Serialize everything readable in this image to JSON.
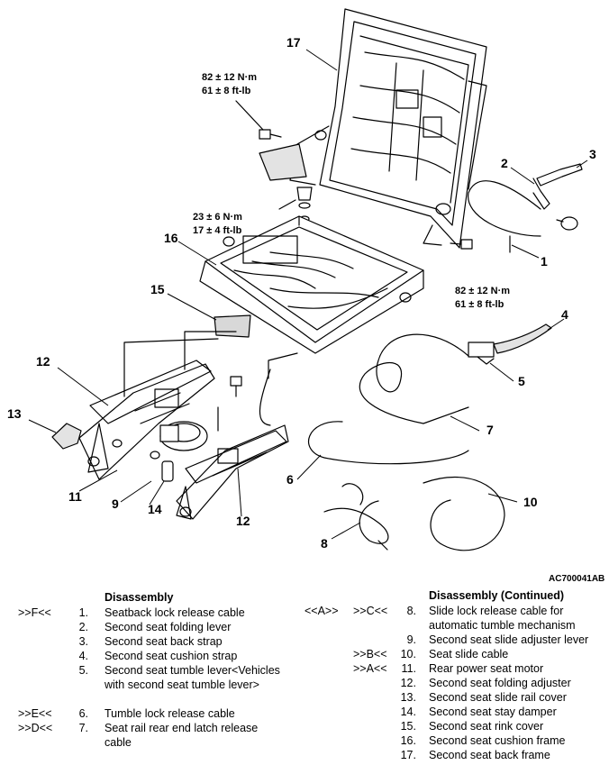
{
  "figure_id": "AC700041AB",
  "callouts": {
    "c1": "1",
    "c2": "2",
    "c3": "3",
    "c4": "4",
    "c5": "5",
    "c6": "6",
    "c7": "7",
    "c8": "8",
    "c9": "9",
    "c10": "10",
    "c11": "11",
    "c12a": "12",
    "c12b": "12",
    "c13": "13",
    "c14": "14",
    "c15": "15",
    "c16": "16",
    "c17": "17"
  },
  "torques": {
    "top_left": [
      "82 ± 12 N·m",
      "61 ± 8 ft-lb"
    ],
    "middle": [
      "23 ± 6 N·m",
      "17 ± 4 ft-lb"
    ],
    "right": [
      "82 ± 12 N·m",
      "61 ± 8 ft-lb"
    ]
  },
  "legend_left": {
    "heading": "Disassembly",
    "items": [
      {
        "code": ">>F<<",
        "num": "1.",
        "text": "Seatback lock release cable"
      },
      {
        "code": "",
        "num": "2.",
        "text": "Second seat folding lever"
      },
      {
        "code": "",
        "num": "3.",
        "text": "Second seat back strap"
      },
      {
        "code": "",
        "num": "4.",
        "text": "Second seat cushion strap"
      },
      {
        "code": "",
        "num": "5.",
        "text": "Second seat tumble lever<Vehicles with second seat tumble lever>"
      },
      {
        "code": ">>E<<",
        "num": "6.",
        "text": "Tumble lock release cable"
      },
      {
        "code": ">>D<<",
        "num": "7.",
        "text": "Seat rail rear end latch release cable"
      }
    ]
  },
  "legend_right": {
    "heading": "Disassembly (Continued)",
    "items": [
      {
        "code": "<<A>>",
        "code2": ">>C<<",
        "num": "8.",
        "text": "Slide lock release cable for automatic tumble mechanism"
      },
      {
        "code": "",
        "code2": "",
        "num": "9.",
        "text": "Second seat slide adjuster lever"
      },
      {
        "code": "",
        "code2": ">>B<<",
        "num": "10.",
        "text": "Seat slide cable"
      },
      {
        "code": "",
        "code2": ">>A<<",
        "num": "11.",
        "text": "Rear power seat motor"
      },
      {
        "code": "",
        "code2": "",
        "num": "12.",
        "text": "Second seat folding adjuster"
      },
      {
        "code": "",
        "code2": "",
        "num": "13.",
        "text": "Second seat slide rail cover"
      },
      {
        "code": "",
        "code2": "",
        "num": "14.",
        "text": "Second seat stay damper"
      },
      {
        "code": "",
        "code2": "",
        "num": "15.",
        "text": "Second seat rink cover"
      },
      {
        "code": "",
        "code2": "",
        "num": "16.",
        "text": "Second seat cushion frame"
      },
      {
        "code": "",
        "code2": "",
        "num": "17.",
        "text": "Second seat back frame"
      }
    ]
  }
}
